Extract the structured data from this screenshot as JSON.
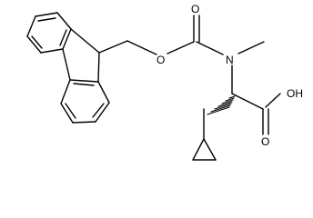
{
  "atoms": {
    "carbonyl_o": "O",
    "ester_o": "O",
    "n": "N",
    "acid_oh": "OH",
    "acid_o": "O"
  },
  "colors": {
    "stroke": "#000000",
    "background": "#ffffff"
  }
}
